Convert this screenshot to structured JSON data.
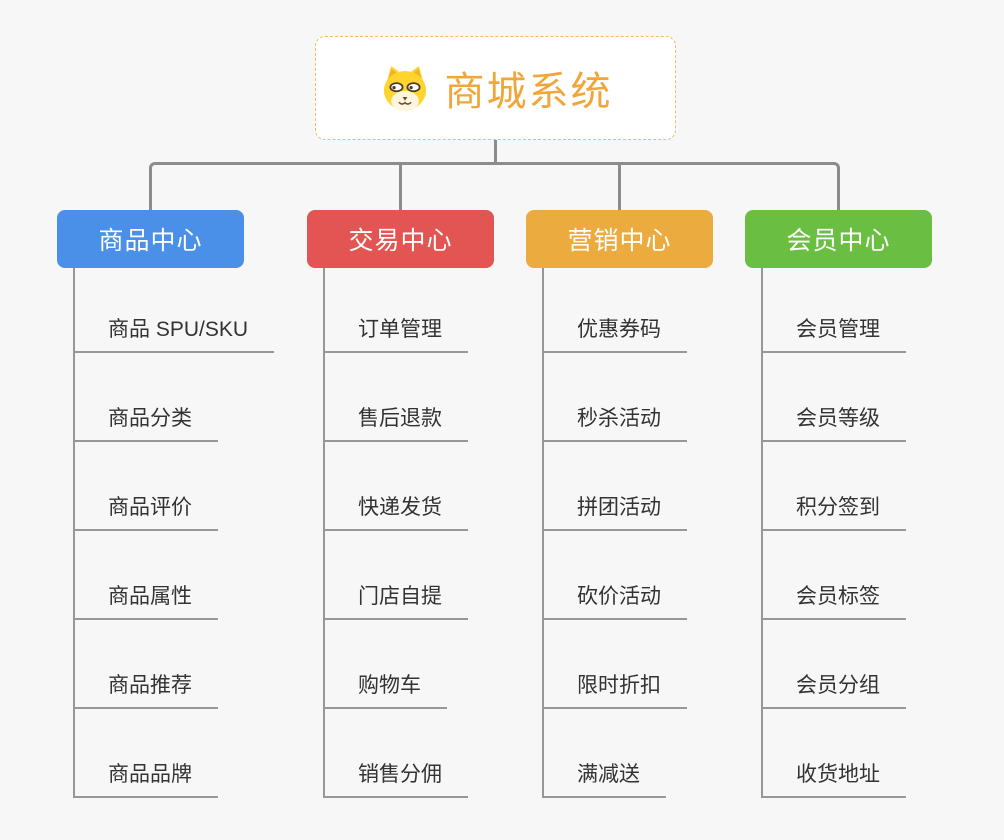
{
  "canvas": {
    "background": "#f7f7f7",
    "connector_color": "#8c8c8c",
    "leaf_line_color": "#979797",
    "leaf_text_color": "#333333"
  },
  "root": {
    "title": "商城系统",
    "icon": "dog-face-icon",
    "text_color": "#f0a63a",
    "border_color": "#f2bb62",
    "background": "#ffffff"
  },
  "branches": [
    {
      "id": "product-center",
      "label": "商品中心",
      "color": "#4a8fe8",
      "children": [
        "商品 SPU/SKU",
        "商品分类",
        "商品评价",
        "商品属性",
        "商品推荐",
        "商品品牌"
      ]
    },
    {
      "id": "trade-center",
      "label": "交易中心",
      "color": "#e25552",
      "children": [
        "订单管理",
        "售后退款",
        "快递发货",
        "门店自提",
        "购物车",
        "销售分佣"
      ]
    },
    {
      "id": "marketing-center",
      "label": "营销中心",
      "color": "#ecab3f",
      "children": [
        "优惠券码",
        "秒杀活动",
        "拼团活动",
        "砍价活动",
        "限时折扣",
        "满减送"
      ]
    },
    {
      "id": "member-center",
      "label": "会员中心",
      "color": "#6abf42",
      "children": [
        "会员管理",
        "会员等级",
        "积分签到",
        "会员标签",
        "会员分组",
        "收货地址"
      ]
    }
  ]
}
